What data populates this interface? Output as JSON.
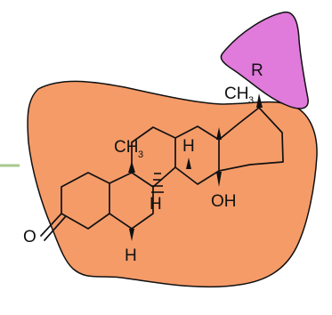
{
  "colors": {
    "steroid_region": "#F59B68",
    "r_region": "#E07ADB",
    "outline": "#111111",
    "bond": "#111111",
    "left_edge_accent": "#A8C98D"
  },
  "labels": {
    "r": "R",
    "ch3_top_main": "CH",
    "ch3_top_sub": "3",
    "ch3_left_main": "CH",
    "ch3_left_sub": "3",
    "h_center_top": "H",
    "h_center_bottom": "H",
    "oh": "OH",
    "o": "O",
    "h_bottom": "H"
  }
}
